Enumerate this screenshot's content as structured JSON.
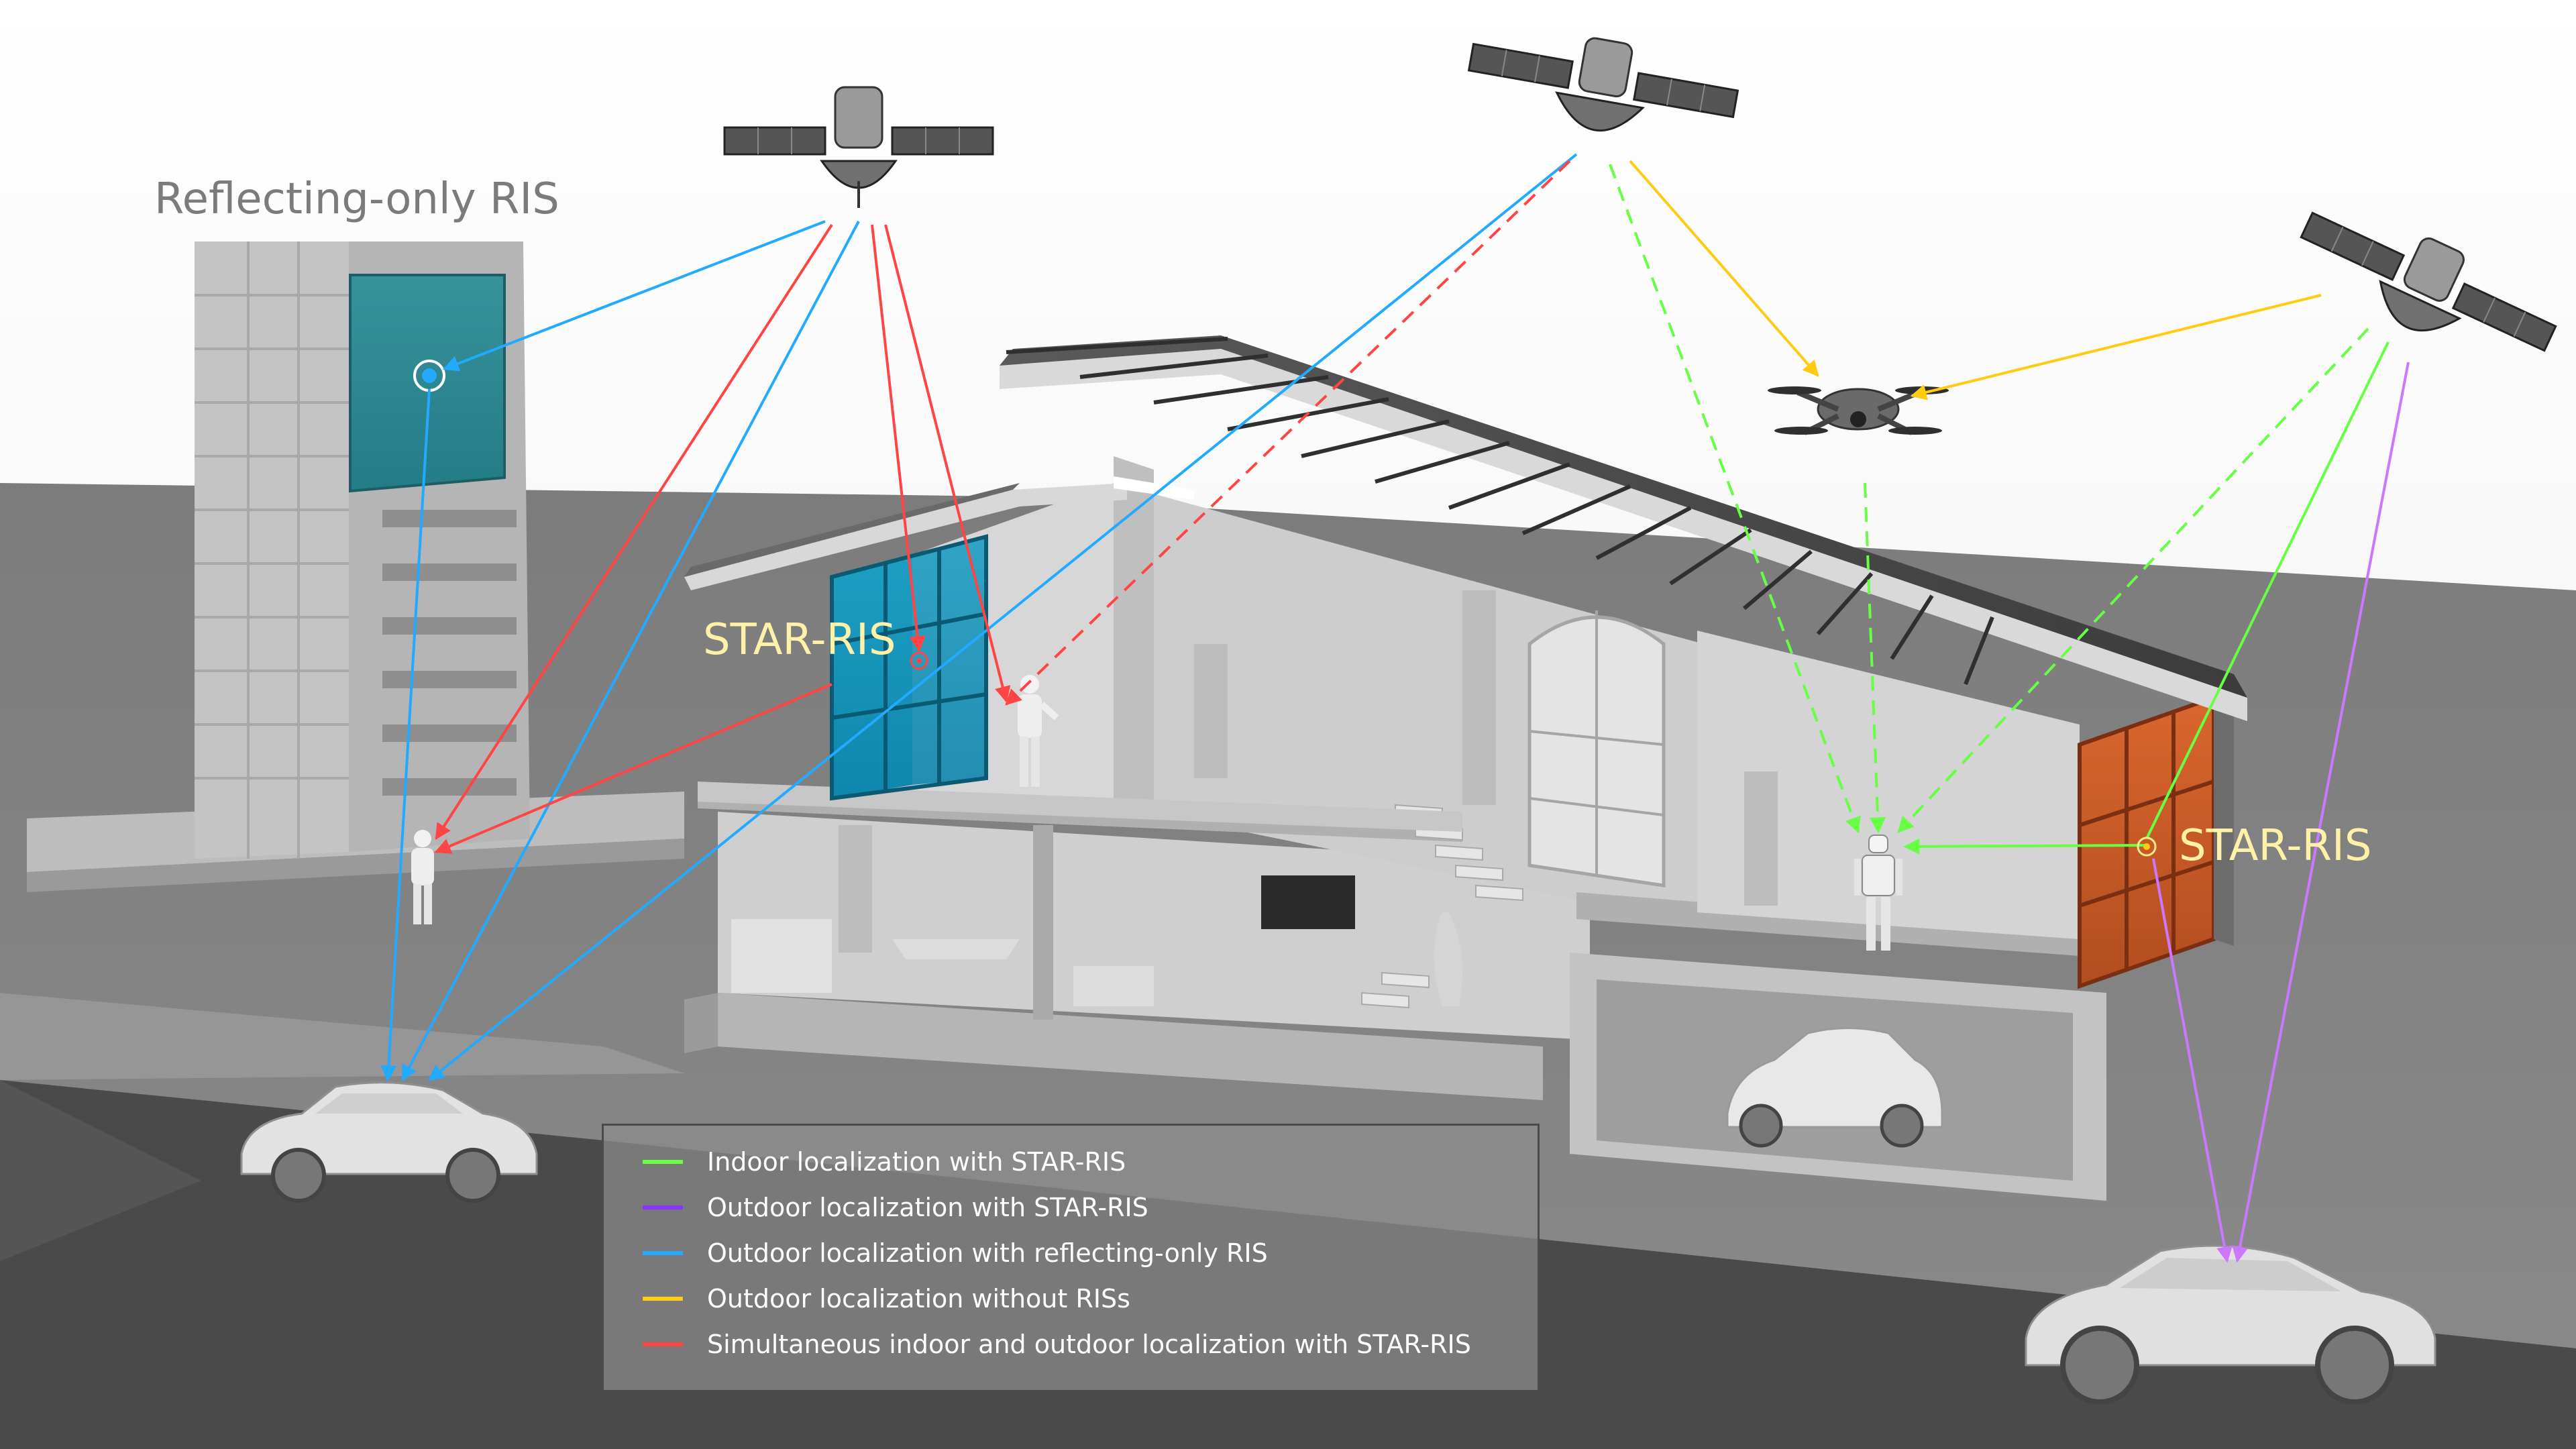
{
  "labels": {
    "reflecting_only_ris": "Reflecting-only RIS",
    "star_ris_left": "STAR-RIS",
    "star_ris_right": "STAR-RIS"
  },
  "legend": [
    {
      "text": "Indoor localization with STAR-RIS",
      "color": "#66ff44"
    },
    {
      "text": "Outdoor localization with STAR-RIS",
      "color": "#8833ff"
    },
    {
      "text": "Outdoor localization with reflecting-only RIS",
      "color": "#22aaff"
    },
    {
      "text": "Outdoor localization without RISs",
      "color": "#ffcc11"
    },
    {
      "text": "Simultaneous indoor and outdoor localization with STAR-RIS",
      "color": "#ff4444"
    }
  ],
  "colors": {
    "indoor_star": "#66ff44",
    "outdoor_star": "#cc77ff",
    "reflecting": "#22aaff",
    "no_ris": "#ffcc11",
    "simultaneous": "#ff4444",
    "label_yellow": "#fff2a8"
  },
  "icons": [
    "satellite-icon",
    "drone-icon",
    "car-icon",
    "person-icon",
    "robot-icon",
    "building-icon",
    "house-icon",
    "ris-panel-icon"
  ]
}
